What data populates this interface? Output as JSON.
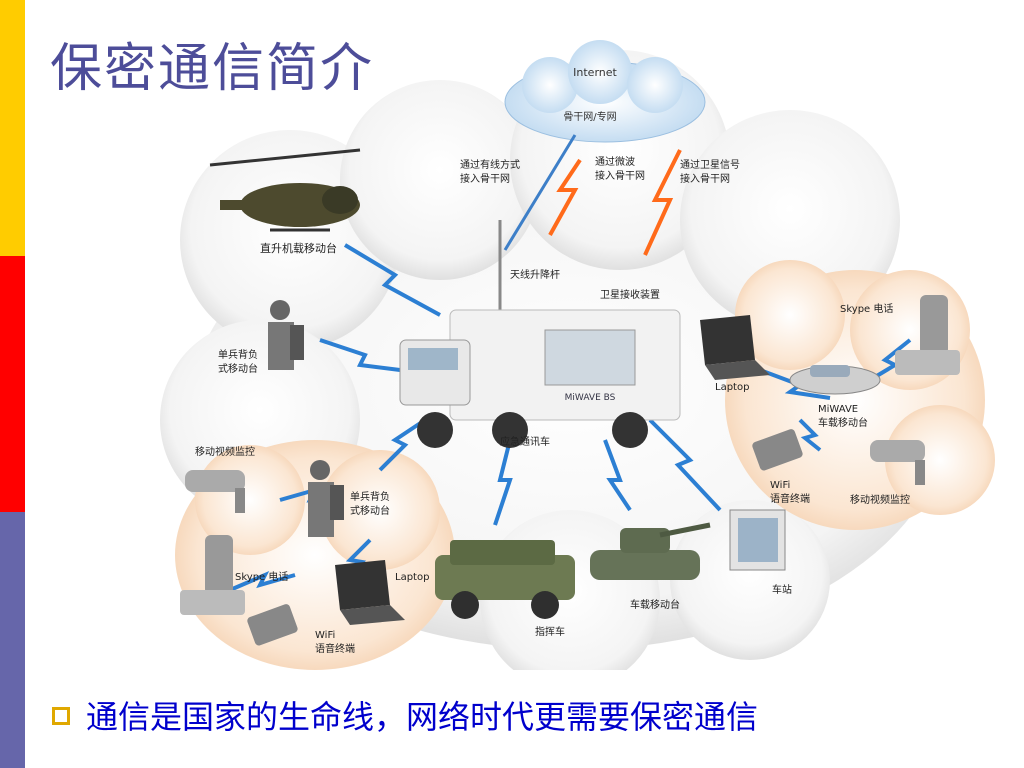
{
  "slide": {
    "title": "保密通信简介",
    "bullet": "通信是国家的生命线，网络时代更需要保密通信"
  },
  "diagram": {
    "internet": "Internet",
    "backbone": "骨干网/专网",
    "wired_access": [
      "通过有线方式",
      "接入骨干网"
    ],
    "microwave_access": [
      "通过微波",
      "接入骨干网"
    ],
    "satellite_access": [
      "通过卫星信号",
      "接入骨干网"
    ],
    "helicopter": "直升机载移动台",
    "antenna_mast": "天线升降杆",
    "satellite_receiver": "卫星接收装置",
    "soldier_top": [
      "单兵背负",
      "式移动台"
    ],
    "emergency_vehicle": "应急通讯车",
    "miwave_bs": "MiWAVE BS",
    "skype_right": "Skype 电话",
    "laptop_right": "Laptop",
    "miwave_vehicle": [
      "MiWAVE",
      "车载移动台"
    ],
    "wifi_right": [
      "WiFi",
      "语音终端"
    ],
    "cctv_right": "移动视频监控",
    "cctv_left": "移动视频监控",
    "soldier_bottom": [
      "单兵背负",
      "式移动台"
    ],
    "skype_left": "Skype 电话",
    "laptop_left": "Laptop",
    "wifi_left": [
      "WiFi",
      "语音终端"
    ],
    "command_vehicle": "指挥车",
    "tank": "车载移动台",
    "station": "车站"
  }
}
